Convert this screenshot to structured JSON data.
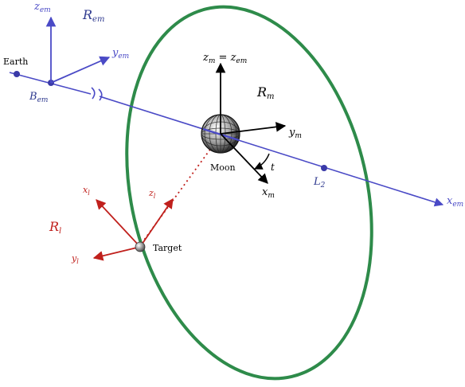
{
  "labels": {
    "frame_em": "R",
    "frame_em_sub": "em",
    "z_em": "z",
    "z_em_sub": "em",
    "y_em": "y",
    "y_em_sub": "em",
    "earth": "Earth",
    "b_em": "B",
    "b_em_sub": "em",
    "x_em": "x",
    "x_em_sub": "em",
    "zm_eq": "z",
    "zm_eq_sub": "m",
    "zm_eq_mid": " = z",
    "zm_eq_sub2": "em",
    "frame_m": "R",
    "frame_m_sub": "m",
    "y_m": "y",
    "y_m_sub": "m",
    "x_m": "x",
    "x_m_sub": "m",
    "moon": "Moon",
    "t": "t",
    "l2": "L",
    "l2_sub": "2",
    "frame_l": "R",
    "frame_l_sub": "l",
    "x_l": "x",
    "x_l_sub": "l",
    "z_l": "z",
    "z_l_sub": "l",
    "y_l": "y",
    "y_l_sub": "l",
    "target": "Target"
  },
  "colors": {
    "blue": "#4a4ac6",
    "orbit": "#2e8b4a",
    "black": "#000000",
    "red": "#c0201c",
    "navy": "#2f3a8f"
  }
}
